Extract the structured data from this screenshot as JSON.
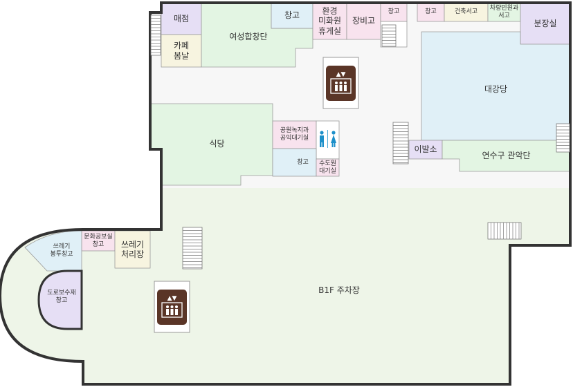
{
  "map": {
    "floor_label": "B1F 주차장"
  },
  "colors": {
    "parking": "#eef5e8",
    "green": "#e3f5e3",
    "pink": "#f8e3ee",
    "lavender": "#e6dff5",
    "cream": "#f7f4e0",
    "blue": "#e0f0f7",
    "corridor": "#f7f7f7",
    "wall": "#333333",
    "elevator": "#5a3527"
  },
  "rooms": {
    "shop": "매점",
    "cafe": "카페\n봄날",
    "womens": "여성합창단",
    "storage_top1": "창고",
    "env_rest": "환경\n미화원\n휴게실",
    "equip": "장비고",
    "storage_top2": "창고",
    "storage_top3": "창고",
    "arch_archive": "건축서고",
    "vehicle_archive": "차량민원과\n서고",
    "dist_office": "분장실",
    "auditorium": "대강당",
    "barber": "이발소",
    "band": "연수구 관악단",
    "cafeteria": "식당",
    "park_wait": "공원녹지과\n공익대기실",
    "storage_mid": "창고",
    "water_wait": "수도원\n대기실",
    "culture_store": "문화공보실\n창고",
    "trash": "쓰레기\n처리장",
    "bag_store": "쓰레기\n봉투창고",
    "road_store": "도로보수재\n창고"
  }
}
